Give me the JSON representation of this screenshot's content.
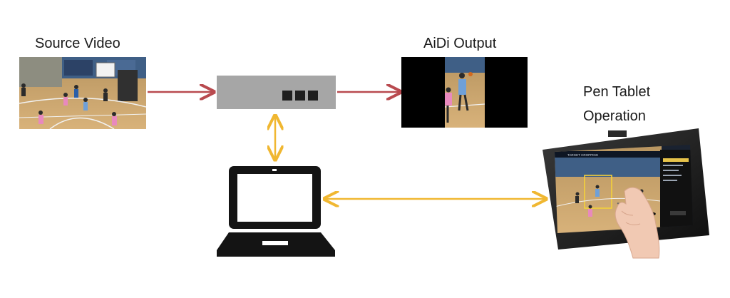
{
  "labels": {
    "source_video": "Source Video",
    "aidi_output": "AiDi Output",
    "pen_tablet_line1": "Pen Tablet",
    "pen_tablet_line2": "Operation"
  },
  "tablet_screen": {
    "header": "TARGET CROPPING"
  },
  "colors": {
    "video_arrow": "#b94a4f",
    "control_arrow": "#f0b731",
    "device_box": "#a6a6a6",
    "device_ports": "#1e1e1e",
    "laptop": "#141414",
    "court_floor": "#c9a46a",
    "court_wall": "#2f4f7a",
    "tablet_body": "#1c1c1c"
  },
  "icons": {
    "device": "processor-box-icon",
    "laptop": "laptop-icon",
    "tablet": "pen-tablet-icon",
    "hand": "hand-with-pen-icon"
  }
}
